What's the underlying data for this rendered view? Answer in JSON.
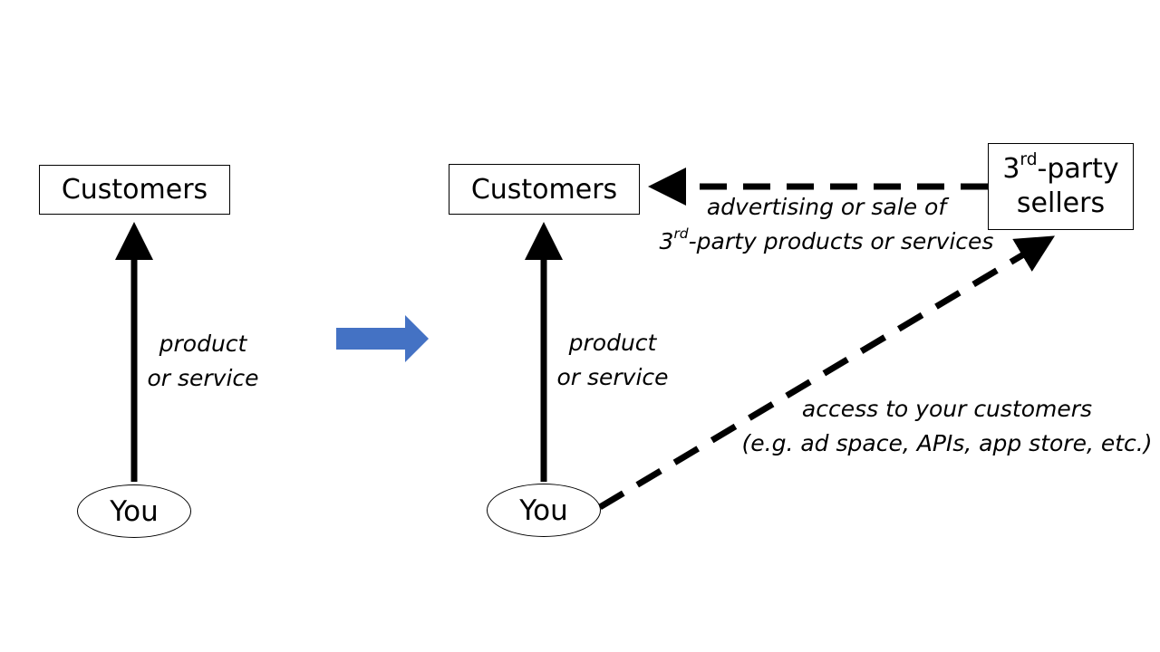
{
  "left_diagram": {
    "customers_label": "Customers",
    "you_label": "You",
    "flow_label_line1": "product",
    "flow_label_line2": "or service"
  },
  "transition_arrow": {
    "color": "#4472C4"
  },
  "right_diagram": {
    "customers_label": "Customers",
    "you_label": "You",
    "flow_label_line1": "product",
    "flow_label_line2": "or service",
    "third_party": {
      "number": "3",
      "superscript": "rd",
      "suffix": "-party",
      "line2": "sellers"
    },
    "ad_label_line1": "advertising or sale of",
    "ad_label_line2_number": "3",
    "ad_label_line2_superscript": "rd",
    "ad_label_line2_rest": "-party products or services",
    "access_label_line1": "access to your customers",
    "access_label_line2": "(e.g. ad space, APIs, app store, etc.)"
  }
}
